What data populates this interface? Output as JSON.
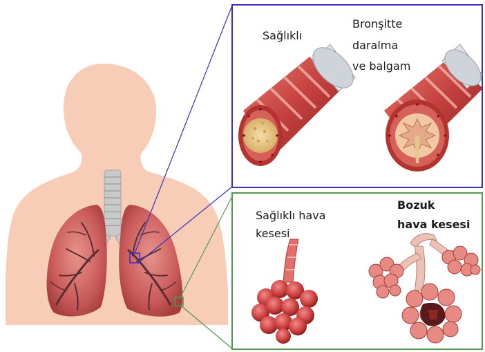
{
  "top_panel": {
    "healthy_label": "Sağlıklı",
    "bronchitis_label_lines": [
      "Bronşitte",
      "daralma",
      "ve balgam"
    ]
  },
  "bottom_panel": {
    "healthy_alveolus_label_lines": [
      "Sağlıklı hava",
      "kesesi"
    ],
    "damaged_alveolus_label_lines": [
      "Bozuk",
      "hava kesesi"
    ]
  },
  "colors": {
    "skin": "#f7cdb8",
    "lung": "#c95a5a",
    "bronchi": "#5a2e2e",
    "trachea": "#c9c9c9",
    "top_frame": "#3a2fb8",
    "bottom_frame": "#4e9a4e",
    "airway_wall": "#c5413f",
    "mucus": "#e8c98a"
  }
}
